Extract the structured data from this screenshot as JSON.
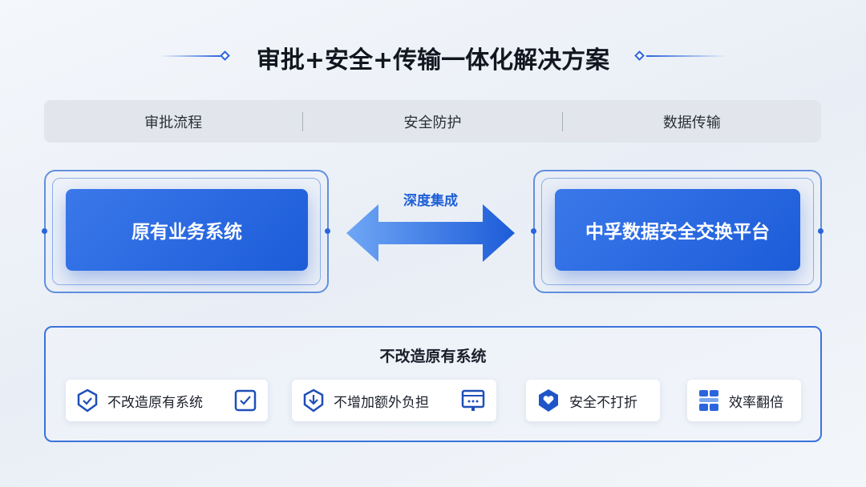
{
  "title": "审批+安全+传输一体化解决方案",
  "tabs": [
    "审批流程",
    "安全防护",
    "数据传输"
  ],
  "left_box": "原有业务系统",
  "right_box": "中孚数据安全交换平台",
  "arrow_label": "深度集成",
  "panel": {
    "heading": "不改造原有系统",
    "cards": [
      {
        "label": "不改造原有系统",
        "icon": "shield-check-icon",
        "trailing_icon": "checkbox-icon"
      },
      {
        "label": "不增加额外负担",
        "icon": "shield-download-icon",
        "trailing_icon": "monitor-icon"
      },
      {
        "label": "安全不打折",
        "icon": "shield-heart-icon"
      },
      {
        "label": "效率翻倍",
        "icon": "grid-icon"
      }
    ]
  },
  "colors": {
    "accent": "#2b65dc",
    "box": "#1c5cd8"
  }
}
